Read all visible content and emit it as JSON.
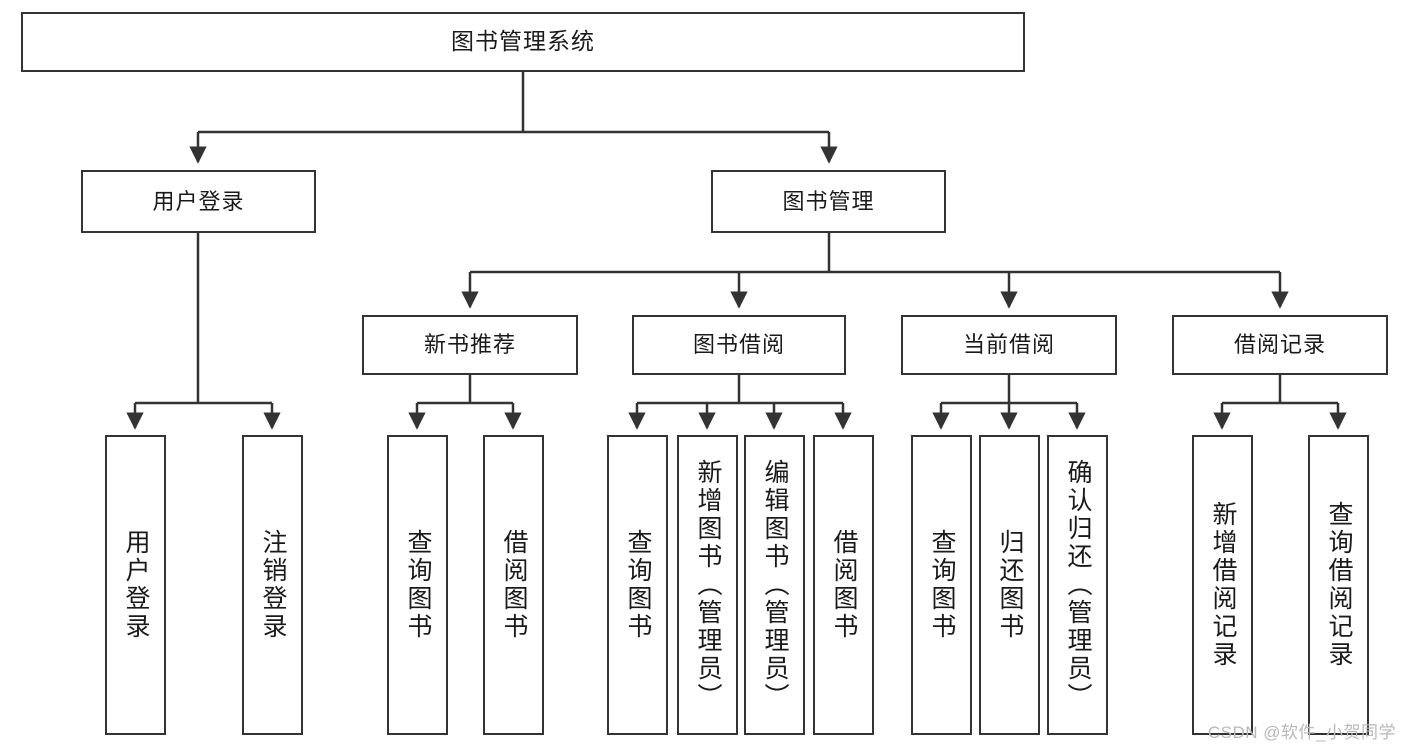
{
  "diagram": {
    "type": "tree",
    "title": "图书管理系统",
    "watermark": "CSDN @软件_小贺同学",
    "colors": {
      "stroke": "#333333",
      "fill": "#ffffff",
      "text": "#1a1a1a",
      "watermark": "#b9b9b9"
    },
    "nodes": {
      "root": {
        "label": "图书管理系统"
      },
      "level2": [
        {
          "label": "用户登录"
        },
        {
          "label": "图书管理"
        }
      ],
      "level3": [
        {
          "label": "新书推荐"
        },
        {
          "label": "图书借阅"
        },
        {
          "label": "当前借阅"
        },
        {
          "label": "借阅记录"
        }
      ],
      "leaves": {
        "user_login": [
          {
            "label": "用户登录"
          },
          {
            "label": "注销登录"
          }
        ],
        "new_book": [
          {
            "label": "查询图书"
          },
          {
            "label": "借阅图书"
          }
        ],
        "book_borrow": [
          {
            "label": "查询图书"
          },
          {
            "label": "新增图书（管理员）"
          },
          {
            "label": "编辑图书（管理员）"
          },
          {
            "label": "借阅图书"
          }
        ],
        "current_borrow": [
          {
            "label": "查询图书"
          },
          {
            "label": "归还图书"
          },
          {
            "label": "确认归还（管理员）"
          }
        ],
        "borrow_record": [
          {
            "label": "新增借阅记录"
          },
          {
            "label": "查询借阅记录"
          }
        ]
      }
    }
  }
}
